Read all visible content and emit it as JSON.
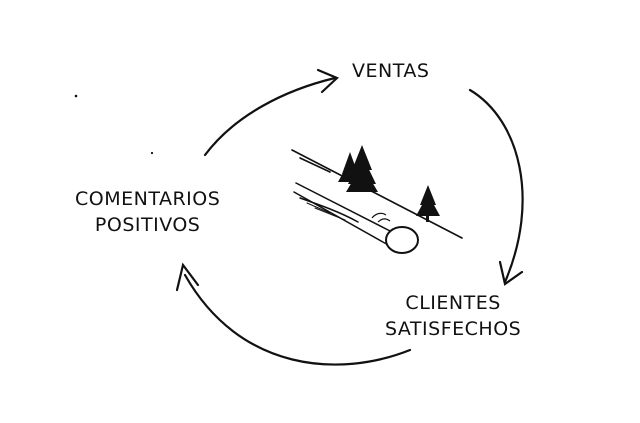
{
  "nodes": {
    "ventas": {
      "line1": "VENTAS"
    },
    "clientes": {
      "line1": "CLIENTES",
      "line2": "SATISFECHOS"
    },
    "comentarios": {
      "line1": "COMENTARIOS",
      "line2": "POSITIVOS"
    }
  },
  "cycle_order": [
    "VENTAS",
    "CLIENTES SATISFECHOS",
    "COMENTARIOS POSITIVOS"
  ],
  "illustration": "snowball-rolling-down-hill-with-trees",
  "colors": {
    "ink": "#111111",
    "background": "#ffffff"
  }
}
